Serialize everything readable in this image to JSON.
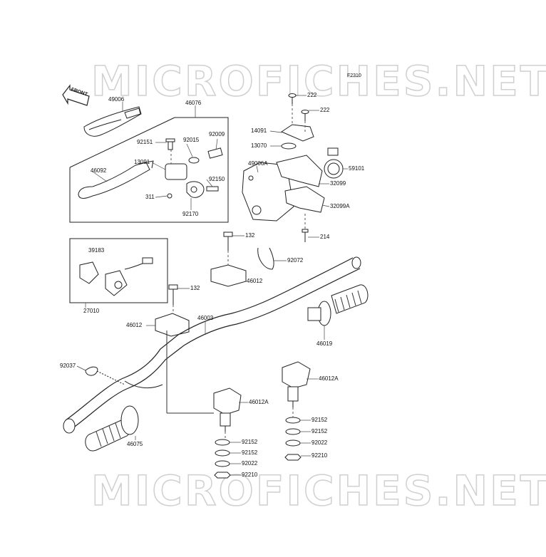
{
  "diagram": {
    "watermark": "MICROFICHES.NET",
    "figure_code": "F2310",
    "front_label": "FRONT",
    "labels": {
      "49006": "49006",
      "46076": "46076",
      "92151": "92151",
      "92015": "92015",
      "92009": "92009",
      "46092": "46092",
      "13091": "13091",
      "92150": "92150",
      "311": "311",
      "92170": "92170",
      "222a": "222",
      "222b": "222",
      "14091": "14091",
      "13070": "13070",
      "59101": "59101",
      "49006A": "49006A",
      "32099": "32099",
      "32099A": "32099A",
      "214": "214",
      "132a": "132",
      "92072": "92072",
      "39183": "39183",
      "46012a": "46012",
      "132b": "132",
      "27010": "27010",
      "46012b": "46012",
      "46003": "46003",
      "46019": "46019",
      "92037": "92037",
      "46012Ar": "46012A",
      "46012Al": "46012A",
      "92152a": "92152",
      "92152b": "92152",
      "92022a": "92022",
      "92210a": "92210",
      "92152c": "92152",
      "92152d": "92152",
      "92022b": "92022",
      "92210b": "92210",
      "46075": "46075"
    }
  }
}
